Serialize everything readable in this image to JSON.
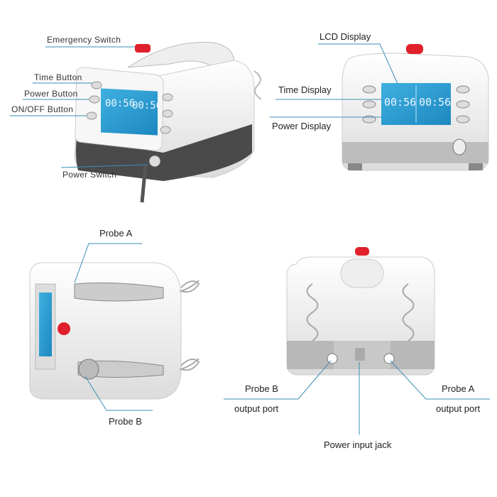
{
  "labels": {
    "emergency_switch": "Emergency Switch",
    "time_button": "Time Button",
    "power_button": "Power Button",
    "on_off_button": "ON/OFF Button",
    "power_switch": "Power Switch",
    "lcd_display": "LCD Display",
    "time_display": "Time Display",
    "power_display": "Power Display",
    "probe_a_top": "Probe A",
    "probe_b_top": "Probe B",
    "probe_b_port": "Probe B",
    "probe_b_port_sub": "output port",
    "probe_a_port": "Probe A",
    "probe_a_port_sub": "output port",
    "power_input_jack": "Power input jack"
  },
  "lcd": {
    "left_time": "00:56",
    "right_time": "00:56"
  },
  "colors": {
    "line": "#3a8fb5",
    "lcd": "#2a9fd0",
    "red": "#e0202a",
    "body": "#f2f2f2",
    "base": "#4a4a4a"
  }
}
